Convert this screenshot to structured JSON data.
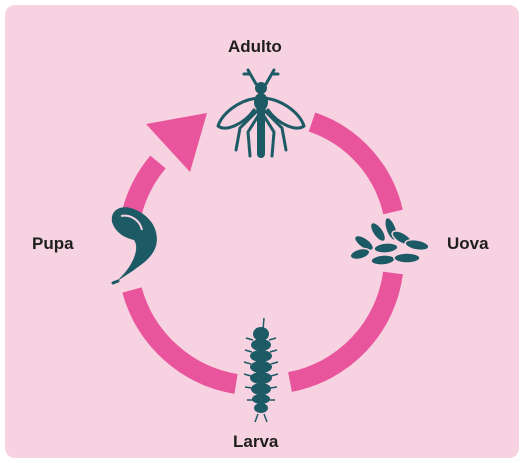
{
  "colors": {
    "background": "#f7d2e0",
    "cycle_arrow": "#e9559c",
    "organism": "#1c5a66",
    "text": "#1e1e1e"
  },
  "stages": {
    "adult": {
      "label": "Adulto",
      "icon": "mosquito-icon"
    },
    "eggs": {
      "label": "Uova",
      "icon": "eggs-icon"
    },
    "larva": {
      "label": "Larva",
      "icon": "larva-icon"
    },
    "pupa": {
      "label": "Pupa",
      "icon": "pupa-icon"
    }
  }
}
